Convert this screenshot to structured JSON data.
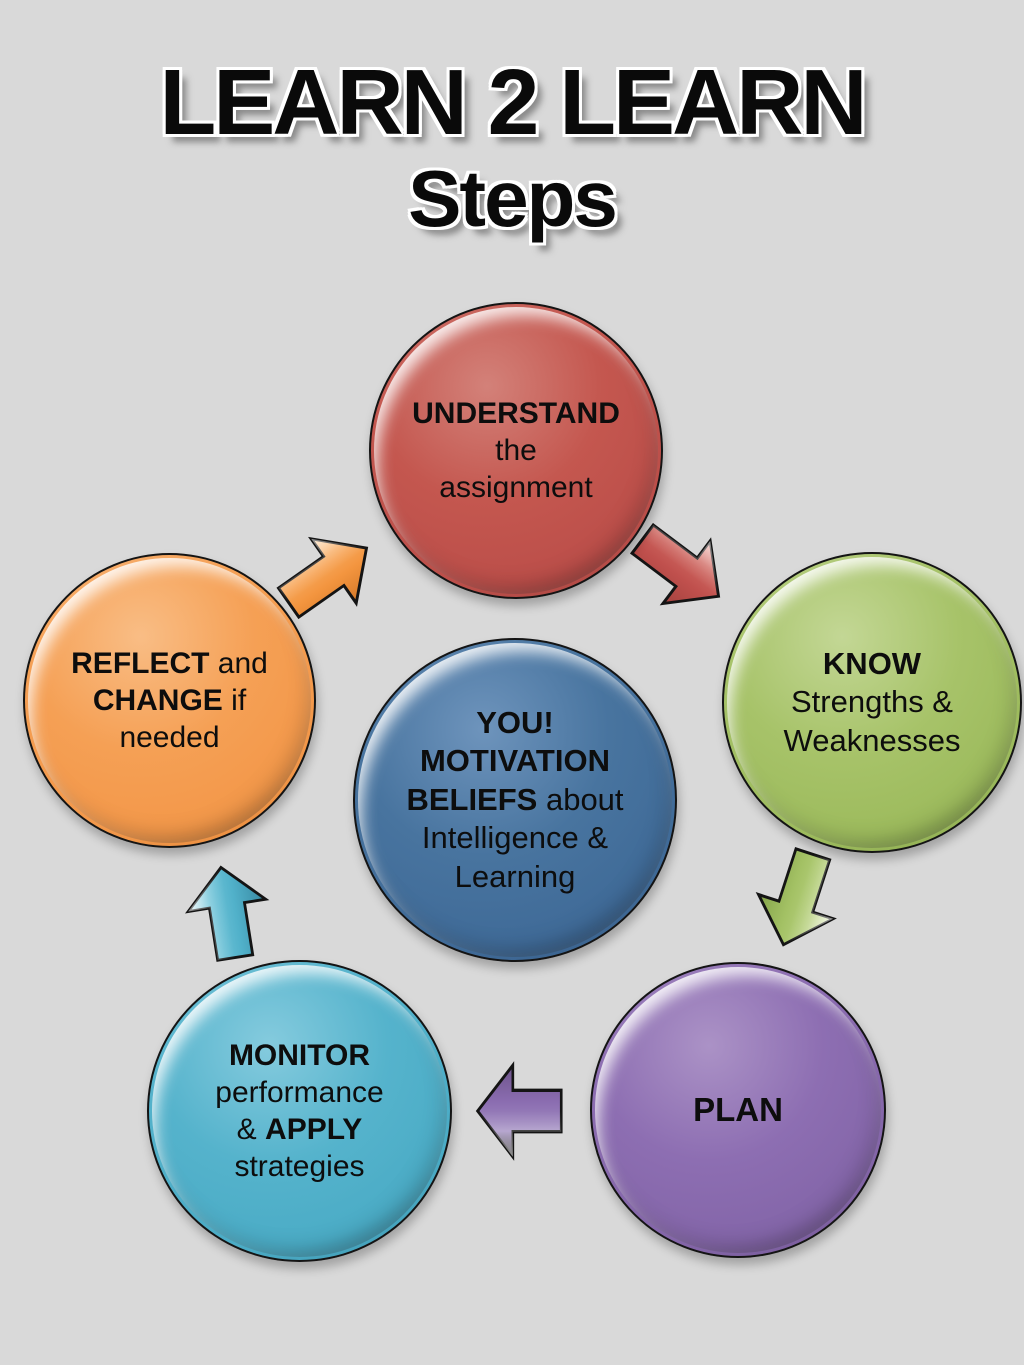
{
  "page": {
    "background_color": "#d9d9d9",
    "text_color": "#0d0d0d"
  },
  "title": {
    "line1": "LEARN 2 LEARN",
    "line2": "Steps",
    "color": "#0a0a0a",
    "outline_color": "#ffffff"
  },
  "circles": {
    "you": {
      "role": "center",
      "color": "#44709d",
      "lines": [
        [
          {
            "t": "YOU!",
            "b": true
          }
        ],
        [
          {
            "t": "MOTIVATION",
            "b": true
          }
        ],
        [
          {
            "t": "BELIEFS",
            "b": true
          },
          {
            "t": " about",
            "b": false
          }
        ],
        [
          {
            "t": "Intelligence &",
            "b": false
          }
        ],
        [
          {
            "t": "Learning",
            "b": false
          }
        ]
      ]
    },
    "understand": {
      "role": "step-top",
      "color": "#c0504d",
      "lines": [
        [
          {
            "t": "UNDERSTAND",
            "b": true
          }
        ],
        [
          {
            "t": "the",
            "b": false
          }
        ],
        [
          {
            "t": "assignment",
            "b": false
          }
        ]
      ]
    },
    "know": {
      "role": "step-right",
      "color": "#9bbb59",
      "lines": [
        [
          {
            "t": "KNOW",
            "b": true
          }
        ],
        [
          {
            "t": "Strengths &",
            "b": false
          }
        ],
        [
          {
            "t": "Weaknesses",
            "b": false
          }
        ]
      ]
    },
    "plan": {
      "role": "step-bottom-right",
      "color": "#8064a2",
      "lines": [
        [
          {
            "t": "PLAN",
            "b": true
          }
        ]
      ]
    },
    "monitor": {
      "role": "step-bottom-left",
      "color": "#4bacc6",
      "lines": [
        [
          {
            "t": "MONITOR",
            "b": true
          }
        ],
        [
          {
            "t": "performance",
            "b": false
          }
        ],
        [
          {
            "t": "& ",
            "b": false
          },
          {
            "t": "APPLY",
            "b": true
          }
        ],
        [
          {
            "t": "strategies",
            "b": false
          }
        ]
      ]
    },
    "reflect": {
      "role": "step-left",
      "color": "#f79646",
      "lines": [
        [
          {
            "t": "REFLECT",
            "b": true
          },
          {
            "t": " and",
            "b": false
          }
        ],
        [
          {
            "t": "CHANGE",
            "b": true
          },
          {
            "t": " if",
            "b": false
          }
        ],
        [
          {
            "t": "needed",
            "b": false
          }
        ]
      ]
    }
  },
  "arrows": {
    "understand_to_know": {
      "from": "understand",
      "to": "know",
      "direction": "down-right",
      "color": "#c0504d"
    },
    "know_to_plan": {
      "from": "know",
      "to": "plan",
      "direction": "down-left",
      "color": "#9bbb59"
    },
    "plan_to_monitor": {
      "from": "plan",
      "to": "monitor",
      "direction": "left",
      "color": "#8064a2"
    },
    "monitor_to_reflect": {
      "from": "monitor",
      "to": "reflect",
      "direction": "up",
      "color": "#4bacc6"
    },
    "reflect_to_understand": {
      "from": "reflect",
      "to": "understand",
      "direction": "up-right",
      "color": "#f79646"
    }
  }
}
